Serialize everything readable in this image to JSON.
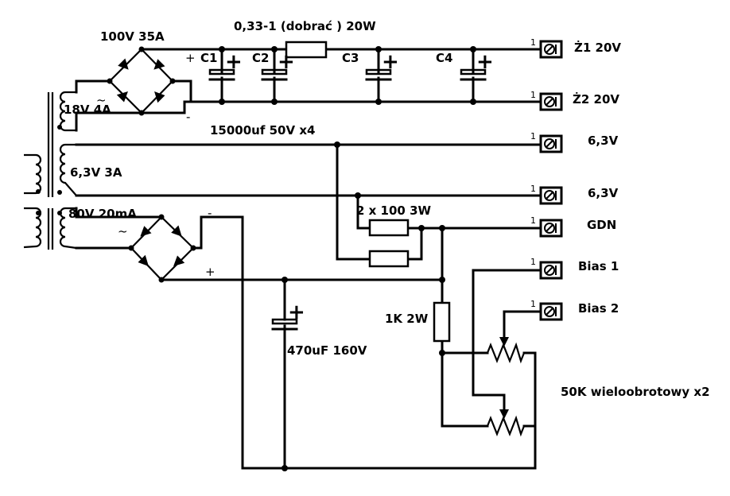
{
  "transformer": {
    "windings": [
      "18V 4A",
      "6,3V 3A",
      "80V 20mA"
    ]
  },
  "bridge_rectifier": {
    "label": "100V 35A"
  },
  "series_resistor": {
    "label": "0,33-1 (dobrać ) 20W"
  },
  "capacitors": {
    "names": [
      "C1",
      "C2",
      "C3",
      "C4"
    ],
    "bank_label": "15000uf 50V x4"
  },
  "filter_capacitor": {
    "label": "470uF 160V"
  },
  "resistors": {
    "pair_label": "2 x 100 3W",
    "bias_resistor_label": "1K 2W",
    "potentiometers_label": "50K wieloobrotowy x2"
  },
  "connectors": {
    "pin_number": "1",
    "outputs": [
      "Ż1 20V",
      "Ż2 20V",
      "6,3V",
      "6,3V",
      "GDN",
      "Bias 1",
      "Bias 2"
    ]
  },
  "polarity": {
    "plus": "+",
    "minus": "-",
    "ac": "~"
  }
}
